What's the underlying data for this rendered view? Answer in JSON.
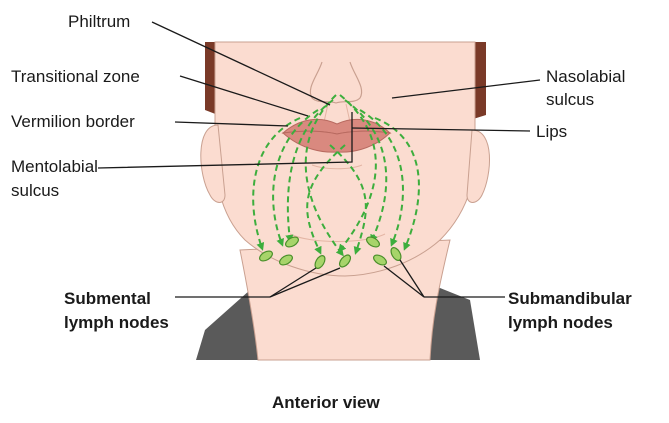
{
  "labels": {
    "philtrum": "Philtrum",
    "transitional_zone": "Transitional zone",
    "vermilion_border": "Vermilion border",
    "mentolabial_1": "Mentolabial",
    "mentolabial_2": "sulcus",
    "nasolabial_1": "Nasolabial",
    "nasolabial_2": "sulcus",
    "lips": "Lips",
    "submental_1": "Submental",
    "submental_2": "lymph nodes",
    "submandibular_1": "Submandibular",
    "submandibular_2": "lymph nodes"
  },
  "caption": "Anterior view",
  "colors": {
    "skin": "#fbdcd0",
    "skin_shadow": "#f0c5b5",
    "hair": "#7a3a28",
    "lips": "#d9897f",
    "clothing": "#5a5a5a",
    "lymph_arrow": "#3dae3d",
    "node_fill": "#a7d46a",
    "leader_line": "#1a1a1a"
  }
}
